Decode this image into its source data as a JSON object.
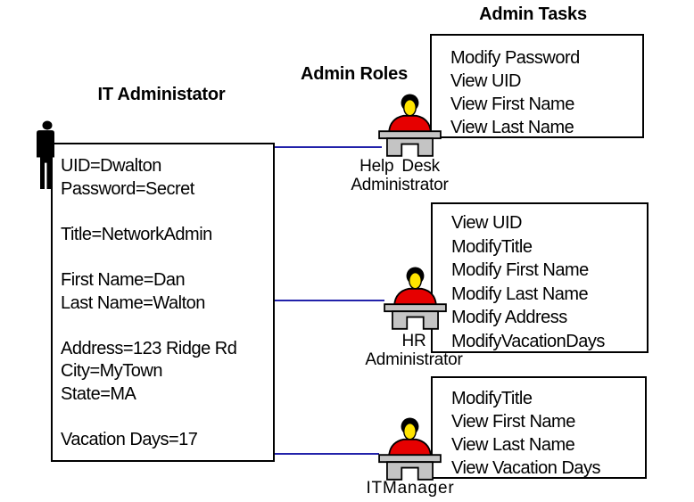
{
  "titles": {
    "admin_tasks": "Admin Tasks",
    "admin_roles": "Admin Roles",
    "it_administator": "IT Administator"
  },
  "user_profile": {
    "lines": [
      "UID=Dwalton",
      "Password=Secret",
      "",
      "Title=NetworkAdmin",
      "",
      "First Name=Dan",
      "Last Name=Walton",
      "",
      "Address=123 Ridge Rd",
      "City=MyTown",
      "State=MA",
      "",
      "Vacation Days=17"
    ]
  },
  "roles": [
    {
      "label_lines": [
        "Help Desk",
        "Administrator"
      ],
      "tasks": [
        "Modify Password",
        "View UID",
        "View First Name",
        "View Last Name"
      ]
    },
    {
      "label_lines": [
        "HR",
        "Administrator"
      ],
      "tasks": [
        "View UID",
        "ModifyTitle",
        "Modify First Name",
        "Modify Last Name",
        "Modify Address",
        "ModifyVacationDays"
      ]
    },
    {
      "label_lines": [
        "ITManager"
      ],
      "tasks": [
        "ModifyTitle",
        "View First Name",
        "View Last Name",
        "View Vacation Days"
      ]
    }
  ],
  "colors": {
    "connector": "#2222aa",
    "desk": "#c4c4c4",
    "shirt": "#e60000",
    "face": "#ffe400"
  }
}
